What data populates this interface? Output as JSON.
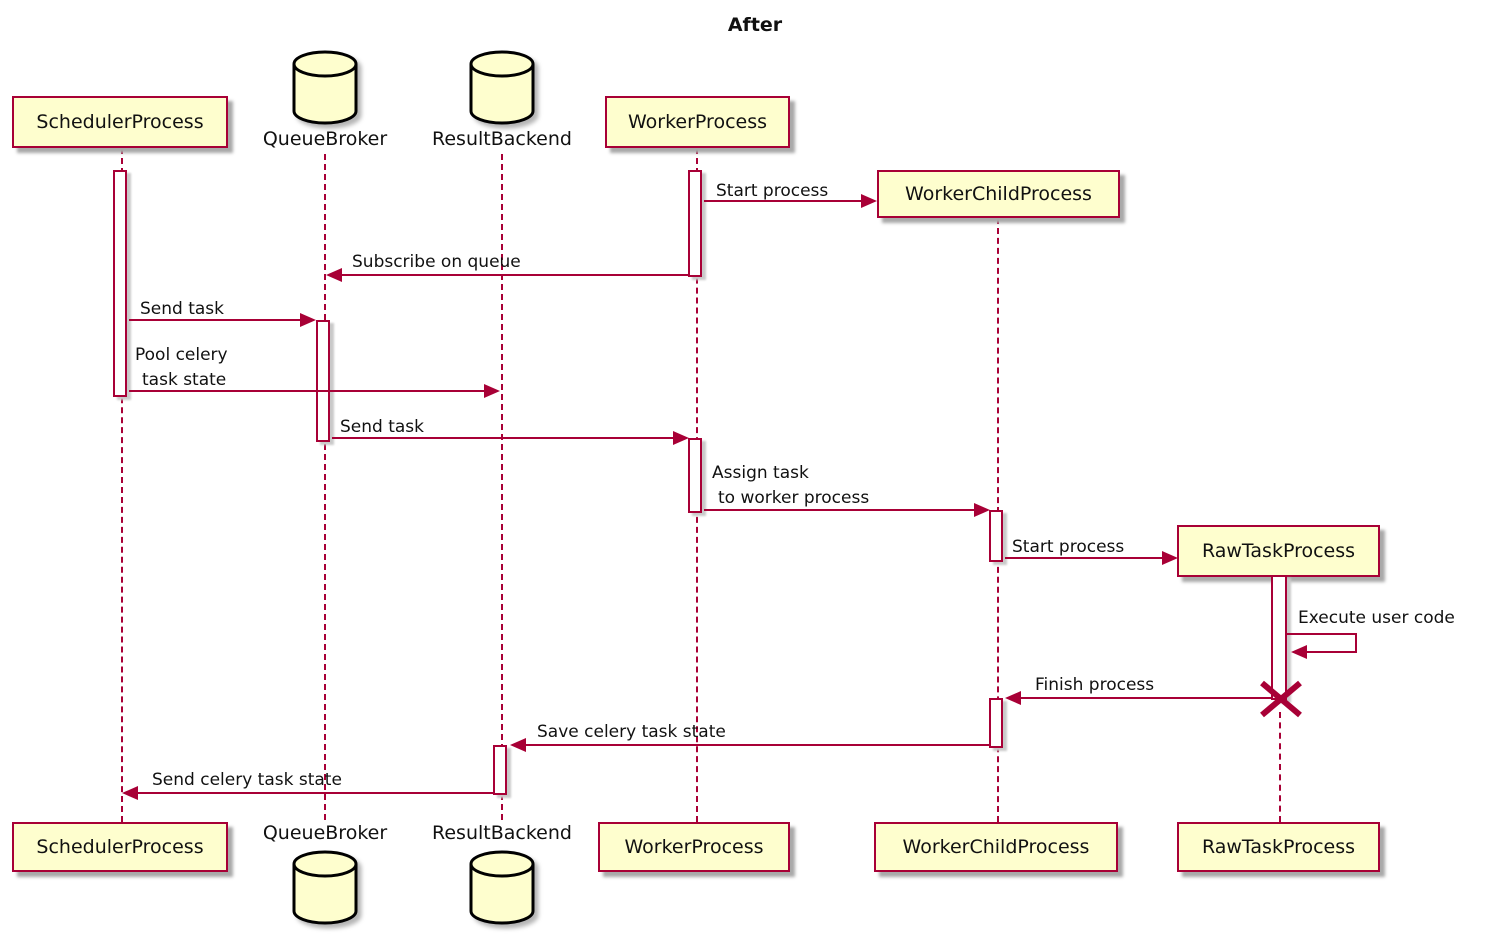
{
  "title": "After",
  "colors": {
    "arrow": "#A80036",
    "participant_border": "#A80036",
    "participant_fill": "#FEFECE",
    "lifeline": "#A80036",
    "text": "#000000",
    "database_outline": "#000000"
  },
  "participants": {
    "scheduler": {
      "label": "SchedulerProcess",
      "type": "box"
    },
    "queue_broker": {
      "label": "QueueBroker",
      "type": "database"
    },
    "result_backend": {
      "label": "ResultBackend",
      "type": "database"
    },
    "worker": {
      "label": "WorkerProcess",
      "type": "box"
    },
    "worker_child": {
      "label": "WorkerChildProcess",
      "type": "box",
      "created_during_sequence": true
    },
    "raw_task": {
      "label": "RawTaskProcess",
      "type": "box",
      "created_during_sequence": true,
      "destroyed": true
    }
  },
  "messages": {
    "start_process_child": {
      "label": "Start process",
      "from": "WorkerProcess",
      "to": "WorkerChildProcess"
    },
    "subscribe_on_queue": {
      "label": "Subscribe on queue",
      "from": "WorkerProcess",
      "to": "QueueBroker"
    },
    "send_task_1": {
      "label": "Send task",
      "from": "SchedulerProcess",
      "to": "QueueBroker"
    },
    "pool_celery": {
      "line1": "Pool celery",
      "line2": "task state",
      "from": "SchedulerProcess",
      "to": "ResultBackend"
    },
    "send_task_2": {
      "label": "Send task",
      "from": "QueueBroker",
      "to": "WorkerProcess"
    },
    "assign_task": {
      "line1": "Assign task",
      "line2": "to worker process",
      "from": "WorkerProcess",
      "to": "WorkerChildProcess"
    },
    "start_process_raw": {
      "label": "Start process",
      "from": "WorkerChildProcess",
      "to": "RawTaskProcess"
    },
    "execute_user_code": {
      "label": "Execute user code",
      "from": "RawTaskProcess",
      "to": "RawTaskProcess"
    },
    "finish_process": {
      "label": "Finish process",
      "from": "RawTaskProcess",
      "to": "WorkerChildProcess"
    },
    "save_state": {
      "label": "Save celery task state",
      "from": "WorkerChildProcess",
      "to": "ResultBackend"
    },
    "send_state": {
      "label": "Send celery task state",
      "from": "ResultBackend",
      "to": "SchedulerProcess"
    }
  }
}
